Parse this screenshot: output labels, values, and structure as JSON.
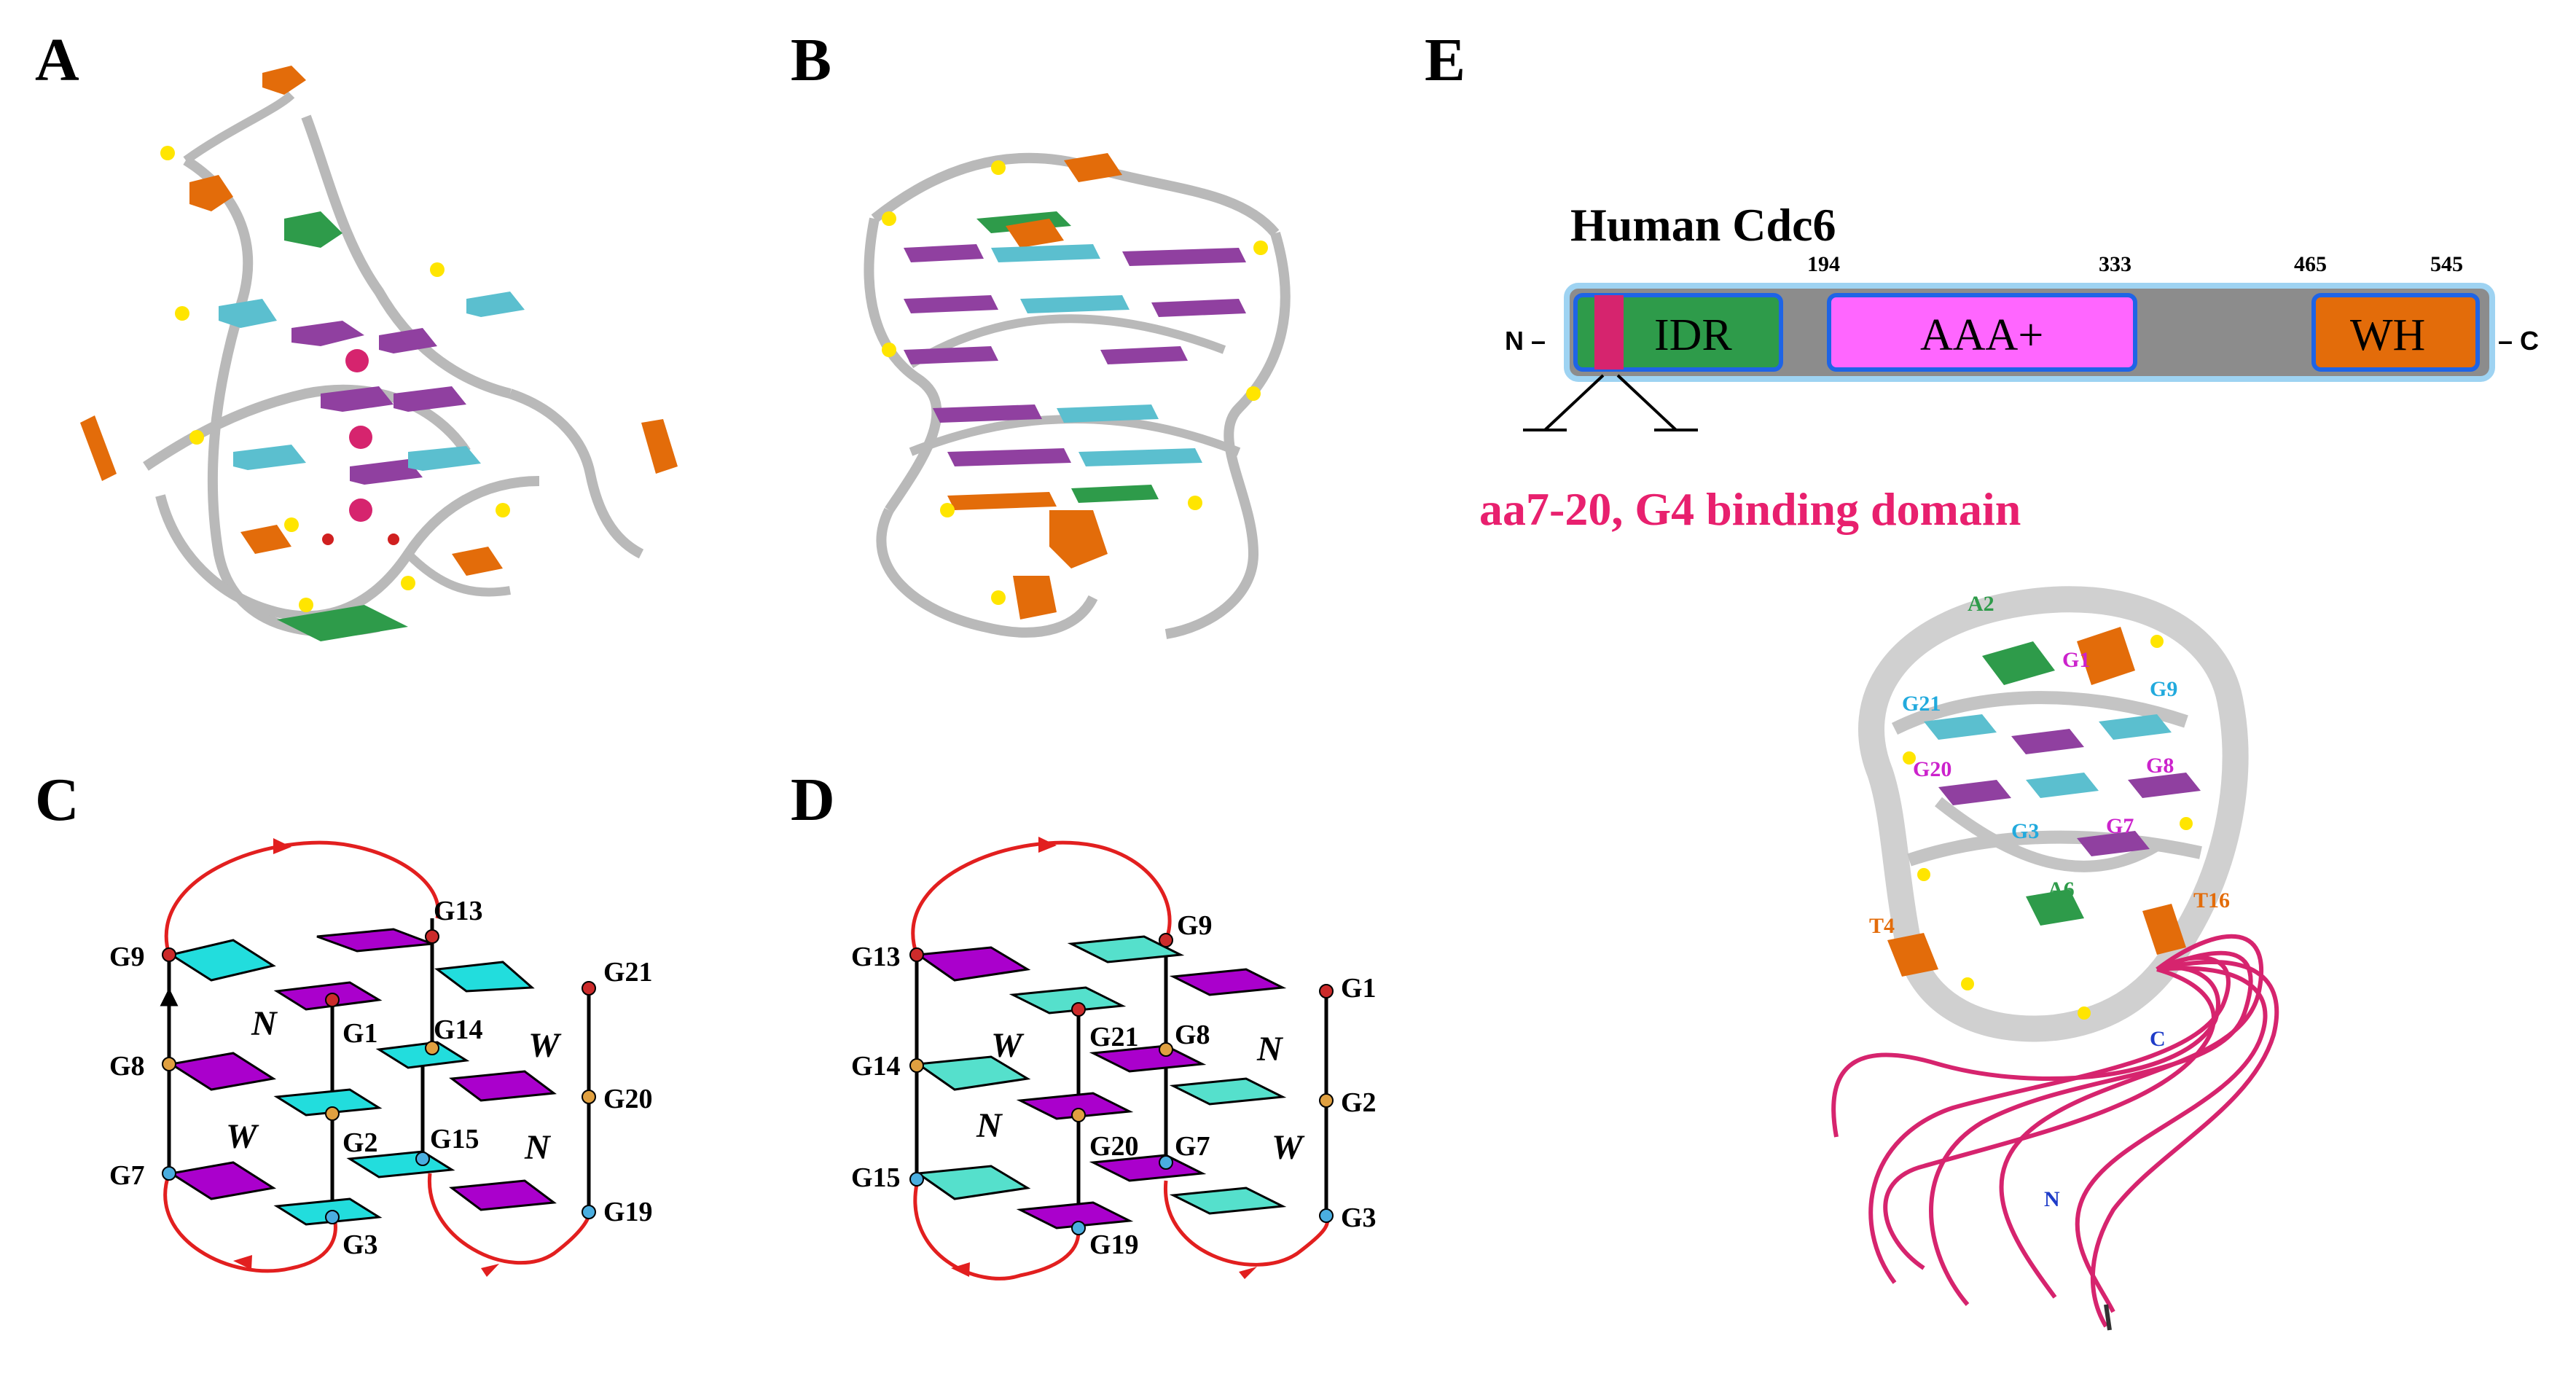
{
  "panels": {
    "a": "A",
    "b": "B",
    "c": "C",
    "d": "D",
    "e": "E"
  },
  "panel_c": {
    "residues": {
      "g9": "G9",
      "g13": "G13",
      "g21": "G21",
      "g1": "G1",
      "g14": "G14",
      "g8": "G8",
      "g20": "G20",
      "g2": "G2",
      "g15": "G15",
      "g7": "G7",
      "g19": "G19",
      "g3": "G3"
    },
    "grooves": {
      "n1": "N",
      "w1": "W",
      "w2": "W",
      "n2": "N"
    }
  },
  "panel_d": {
    "residues": {
      "g13": "G13",
      "g9": "G9",
      "g1": "G1",
      "g21": "G21",
      "g8": "G8",
      "g14": "G14",
      "g2": "G2",
      "g20": "G20",
      "g7": "G7",
      "g15": "G15",
      "g3": "G3",
      "g19": "G19"
    },
    "grooves": {
      "w1": "W",
      "n1": "N",
      "n2": "N",
      "w2": "W"
    }
  },
  "panel_e": {
    "title": "Human Cdc6",
    "positions": {
      "p194": "194",
      "p333": "333",
      "p465": "465",
      "p545": "545"
    },
    "n_term": "N –",
    "c_term": "– C",
    "domains": {
      "idr": "IDR",
      "aaa": "AAA+",
      "wh": "WH"
    },
    "binding_label": "aa7-20, G4 binding domain",
    "structure_labels": {
      "a2": "A2",
      "g1": "G1",
      "g9": "G9",
      "g21": "G21",
      "g20": "G20",
      "g8": "G8",
      "g3": "G3",
      "g7": "G7",
      "a6": "A6",
      "t4": "T4",
      "t16": "T16",
      "c": "C",
      "n": "N"
    }
  },
  "colors": {
    "magenta": "#aa00cc",
    "cyan": "#22dddd",
    "orange": "#e36c0a",
    "green": "#2e9b4a",
    "pink": "#d6246e",
    "grey": "#8c8c8c",
    "red": "#e21f1f",
    "blue": "#1e64e6"
  }
}
